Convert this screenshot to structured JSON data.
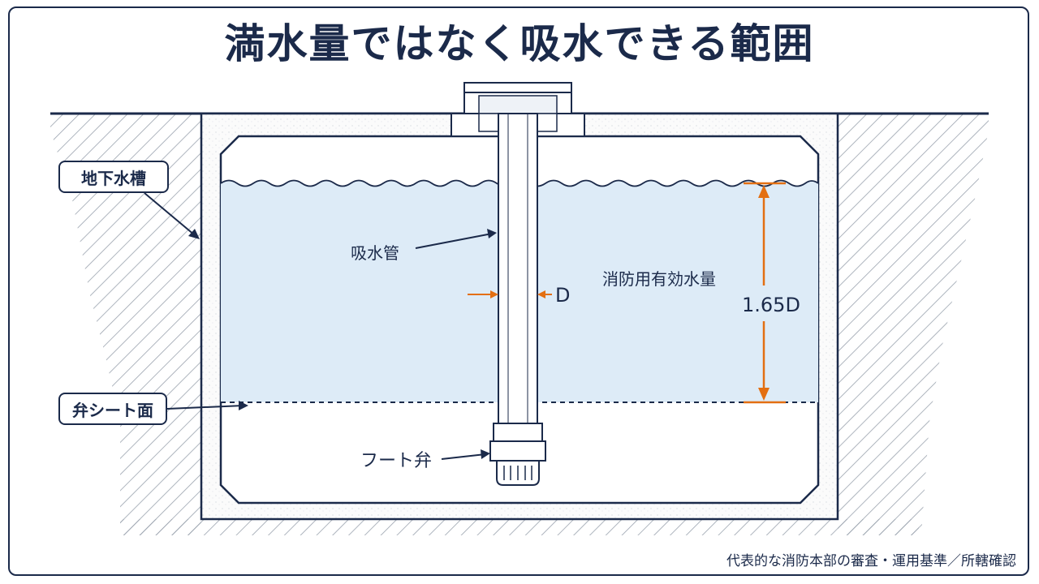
{
  "title": "満水量ではなく吸水できる範囲",
  "labels": {
    "tank": "地下水槽",
    "valve_seat": "弁シート面",
    "suction_pipe": "吸水管",
    "foot_valve": "フート弁",
    "effective_volume": "消防用有効水量",
    "pipe_diameter": "D",
    "depth": "1.65D"
  },
  "footer": "代表的な消防本部の審査・運用基準／所轄確認",
  "colors": {
    "navy": "#1b2a4a",
    "water": "#ddebf7",
    "accent": "#e36f12",
    "hatch": "#9aa3ae"
  }
}
